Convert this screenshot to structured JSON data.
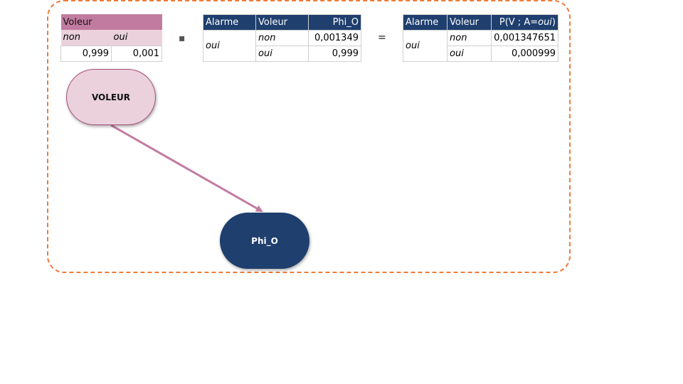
{
  "table_voleur": {
    "title": "Voleur",
    "col1": "non",
    "col2": "oui",
    "val1": "0,999",
    "val2": "0,001"
  },
  "operator_multiply": "▪",
  "table_phi": {
    "headers": [
      "Alarme",
      "Voleur",
      "Phi_O"
    ],
    "alarme": "oui",
    "rows": [
      {
        "voleur": "non",
        "value": "0,001349"
      },
      {
        "voleur": "oui",
        "value": "0,999"
      }
    ]
  },
  "operator_equals": "=",
  "table_result": {
    "headers": [
      "Alarme",
      "Voleur",
      "P(V ; A=",
      "oui",
      ")"
    ],
    "alarme": "oui",
    "rows": [
      {
        "voleur": "non",
        "value": "0,001347651"
      },
      {
        "voleur": "oui",
        "value": "0,000999"
      }
    ]
  },
  "nodes": {
    "voleur": "VOLEUR",
    "phi": "Phi_O"
  },
  "colors": {
    "frame": "#ee7b3a",
    "pink_header": "#c27ba0",
    "pink_light": "#ead1dc",
    "navy": "#1f3f6e",
    "arrow": "#c27ba0"
  }
}
